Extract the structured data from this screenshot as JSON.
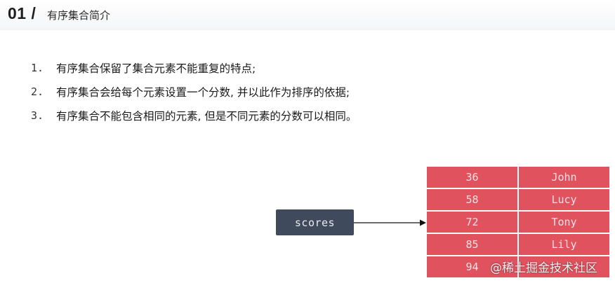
{
  "header": {
    "section_number": "01 /",
    "title": "有序集合简介"
  },
  "points": [
    {
      "num": "1.",
      "text": "有序集合保留了集合元素不能重复的特点;"
    },
    {
      "num": "2.",
      "text": "有序集合会给每个元素设置一个分数, 并以此作为排序的依据;"
    },
    {
      "num": "3.",
      "text": "有序集合不能包含相同的元素, 但是不同元素的分数可以相同。"
    }
  ],
  "diagram": {
    "key": "scores",
    "rows": [
      {
        "score": "36",
        "member": "John"
      },
      {
        "score": "58",
        "member": "Lucy"
      },
      {
        "score": "72",
        "member": "Tony"
      },
      {
        "score": "85",
        "member": "Lily"
      },
      {
        "score": "94",
        "member": ""
      }
    ],
    "colors": {
      "key_box": "#3f4a5c",
      "cell": "#e0525e"
    }
  },
  "watermark": "@稀土掘金技术社区"
}
